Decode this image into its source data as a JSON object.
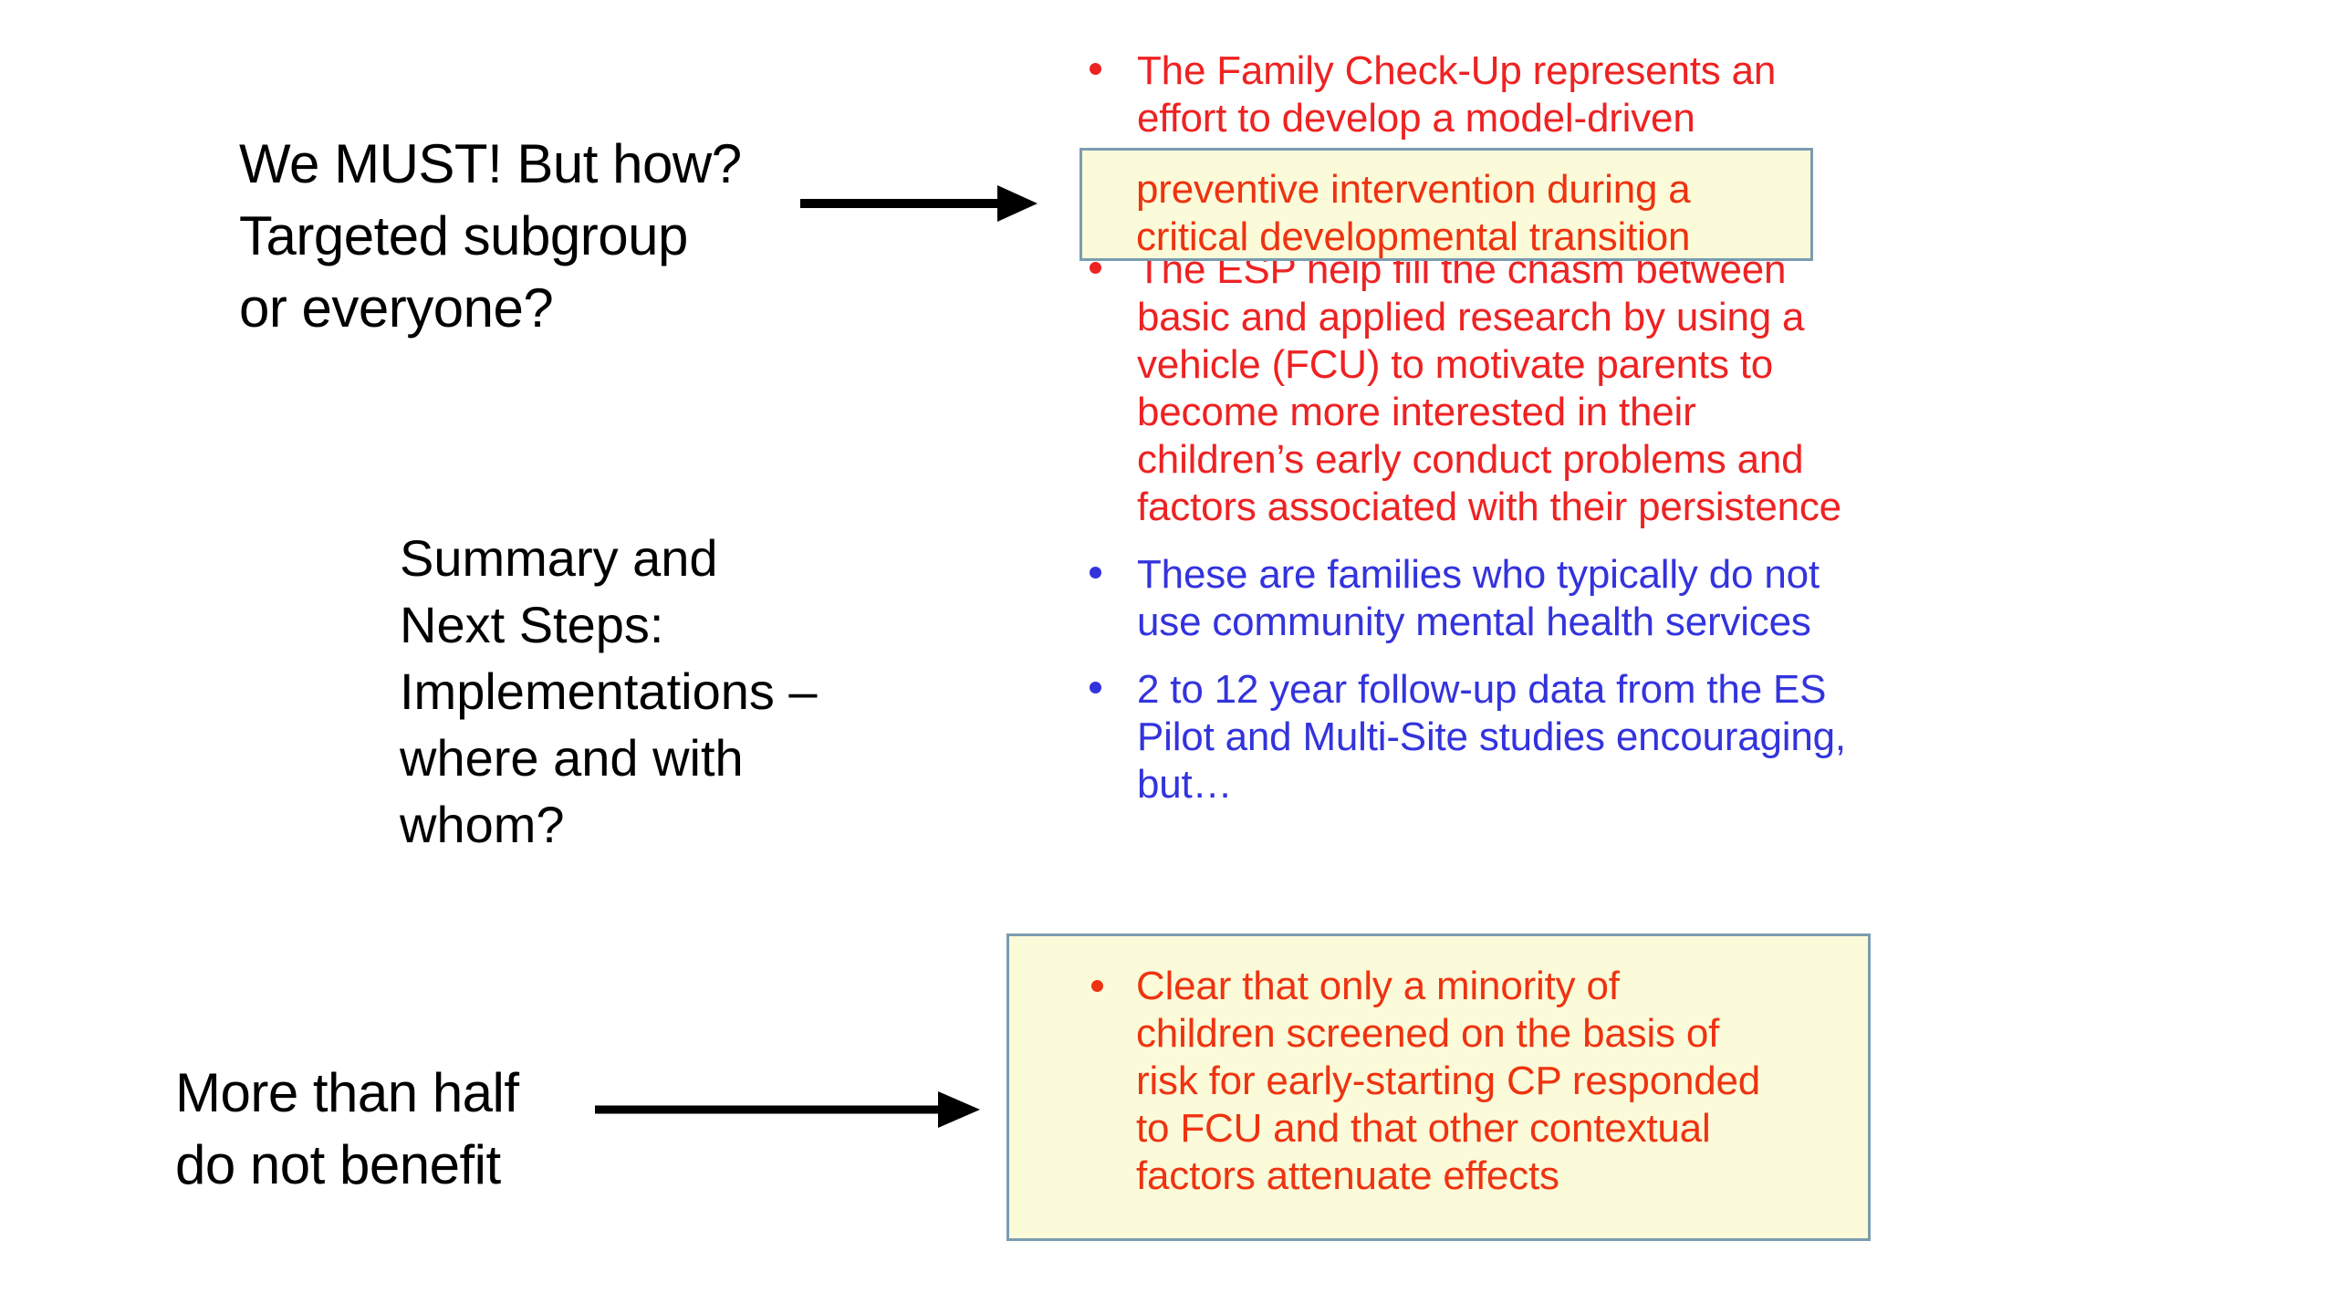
{
  "slide": {
    "title": "Summary and Next Steps",
    "background_color": "#ffffff"
  },
  "colors": {
    "red_text": "#ee2222",
    "red_text_on_highlight": "#ee3311",
    "blue_text": "#3333dd",
    "black_text": "#000000",
    "highlight_fill": "#fbfbd9",
    "highlight_border": "#7b9cb0",
    "arrow": "#000000"
  },
  "annotations": {
    "top": "We MUST! But how?\nTargeted subgroup\nor everyone?",
    "middle": "Summary and\nNext Steps:\nImplementations –\nwhere and with\nwhom?",
    "bottom": "More than half\ndo not benefit"
  },
  "arrows": [
    {
      "name": "arrow-top",
      "direction": "right"
    },
    {
      "name": "arrow-bottom",
      "direction": "right"
    }
  ],
  "bullets": [
    {
      "color": "red",
      "text": "The Family Check-Up represents an effort to develop a model-driven preventive intervention during a critical  developmental transition"
    },
    {
      "color": "red",
      "text": "The ESP help fill the chasm between basic and applied research by using a vehicle (FCU) to motivate parents to become more interested in their children’s early conduct problems and factors associated with their persistence"
    },
    {
      "color": "blue",
      "text": "These are families who typically do not use community mental health services"
    },
    {
      "color": "blue",
      "text": "2 to 12 year follow-up data from the ES Pilot and Multi-Site studies encouraging, but…"
    },
    {
      "color": "red",
      "text": "Clear that only a minority of children screened on the basis of risk for early-starting CP responded to FCU and that other contextual factors attenuate effects"
    }
  ],
  "highlight_boxes": [
    {
      "name": "highlight-box-top",
      "overlaid_text": "preventive intervention during a\ncritical  developmental transition"
    },
    {
      "name": "highlight-box-bottom",
      "overlaid_text": "Clear that only a minority of\nchildren screened on the basis of\nrisk for early-starting CP responded\nto FCU and that other contextual\nfactors attenuate effects"
    }
  ]
}
